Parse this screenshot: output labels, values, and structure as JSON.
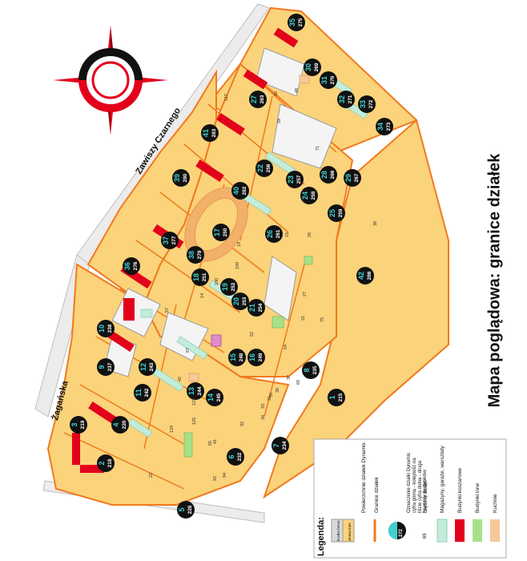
{
  "title": "Mapa poglądowa: granice działek",
  "streets": [
    "Zawiszy Czarnego",
    "Żagańska"
  ],
  "legend": {
    "heading": "Legenda:",
    "items": [
      {
        "key": "surface",
        "label": "Powierzchnie działek Dynamis",
        "swatch_labels": [
          "kostka beton",
          "ziemia inne"
        ]
      },
      {
        "key": "border",
        "label": "Granice działek"
      },
      {
        "key": "parcel_id",
        "label": "Oznaczenie działki Dynamis cyfra górna - kolejność na liście cyfra dolna - druga część nr działki",
        "sample": {
          "top": "33",
          "bottom": "272"
        }
      },
      {
        "key": "bldg_no",
        "label": "Numery budynków",
        "sample": "69"
      },
      {
        "key": "warehouse",
        "label": "Magazyny, garaże, warsztaty"
      },
      {
        "key": "barracks",
        "label": "Budynki koszarowe"
      },
      {
        "key": "other",
        "label": "Budynki inne"
      },
      {
        "key": "kitchen",
        "label": "Kuchnie"
      }
    ]
  },
  "colors": {
    "parcel_fill": "#fbd37a",
    "border": "#f07a1e",
    "road": "#ececec",
    "barracks": "#e3001b",
    "warehouse": "#c3ecdb",
    "other": "#a8e08a",
    "kitchen": "#f6c89a",
    "label_circle": "#111111",
    "label_top": "#40d0d0"
  },
  "parcels": [
    {
      "top": "1",
      "bottom": "215"
    },
    {
      "top": "2",
      "bottom": "218"
    },
    {
      "top": "3",
      "bottom": "219"
    },
    {
      "top": "4",
      "bottom": "220"
    },
    {
      "top": "5",
      "bottom": "228"
    },
    {
      "top": "6",
      "bottom": "232"
    },
    {
      "top": "7",
      "bottom": "234"
    },
    {
      "top": "8",
      "bottom": "235"
    },
    {
      "top": "9",
      "bottom": "237"
    },
    {
      "top": "10",
      "bottom": "238"
    },
    {
      "top": "11",
      "bottom": "242"
    },
    {
      "top": "12",
      "bottom": "243"
    },
    {
      "top": "13",
      "bottom": "244"
    },
    {
      "top": "14",
      "bottom": "245"
    },
    {
      "top": "15",
      "bottom": "248"
    },
    {
      "top": "16",
      "bottom": "249"
    },
    {
      "top": "17",
      "bottom": "250"
    },
    {
      "top": "18",
      "bottom": "251"
    },
    {
      "top": "19",
      "bottom": "252"
    },
    {
      "top": "20",
      "bottom": "253"
    },
    {
      "top": "21",
      "bottom": "254"
    },
    {
      "top": "22",
      "bottom": "256"
    },
    {
      "top": "23",
      "bottom": "257"
    },
    {
      "top": "24",
      "bottom": "258"
    },
    {
      "top": "25",
      "bottom": "259"
    },
    {
      "top": "26",
      "bottom": "261"
    },
    {
      "top": "27",
      "bottom": "263"
    },
    {
      "top": "28",
      "bottom": "266"
    },
    {
      "top": "29",
      "bottom": "267"
    },
    {
      "top": "30",
      "bottom": "269"
    },
    {
      "top": "31",
      "bottom": "270"
    },
    {
      "top": "32",
      "bottom": "271"
    },
    {
      "top": "33",
      "bottom": "272"
    },
    {
      "top": "34",
      "bottom": "273"
    },
    {
      "top": "35",
      "bottom": "275"
    },
    {
      "top": "36",
      "bottom": "276"
    },
    {
      "top": "37",
      "bottom": "277"
    },
    {
      "top": "38",
      "bottom": "279"
    },
    {
      "top": "39",
      "bottom": "280"
    },
    {
      "top": "40",
      "bottom": "282"
    },
    {
      "top": "41",
      "bottom": "283"
    },
    {
      "top": "42",
      "bottom": "286"
    }
  ],
  "building_numbers": [
    "39",
    "100",
    "109",
    "71",
    "117",
    "59",
    "57",
    "27",
    "21",
    "75",
    "97",
    "69",
    "54",
    "37",
    "39",
    "31",
    "33",
    "35",
    "123",
    "125",
    "22",
    "19",
    "92",
    "94",
    "14",
    "15",
    "26",
    "48",
    "50",
    "42",
    "129",
    "41",
    "34",
    "32",
    "52",
    "55"
  ]
}
